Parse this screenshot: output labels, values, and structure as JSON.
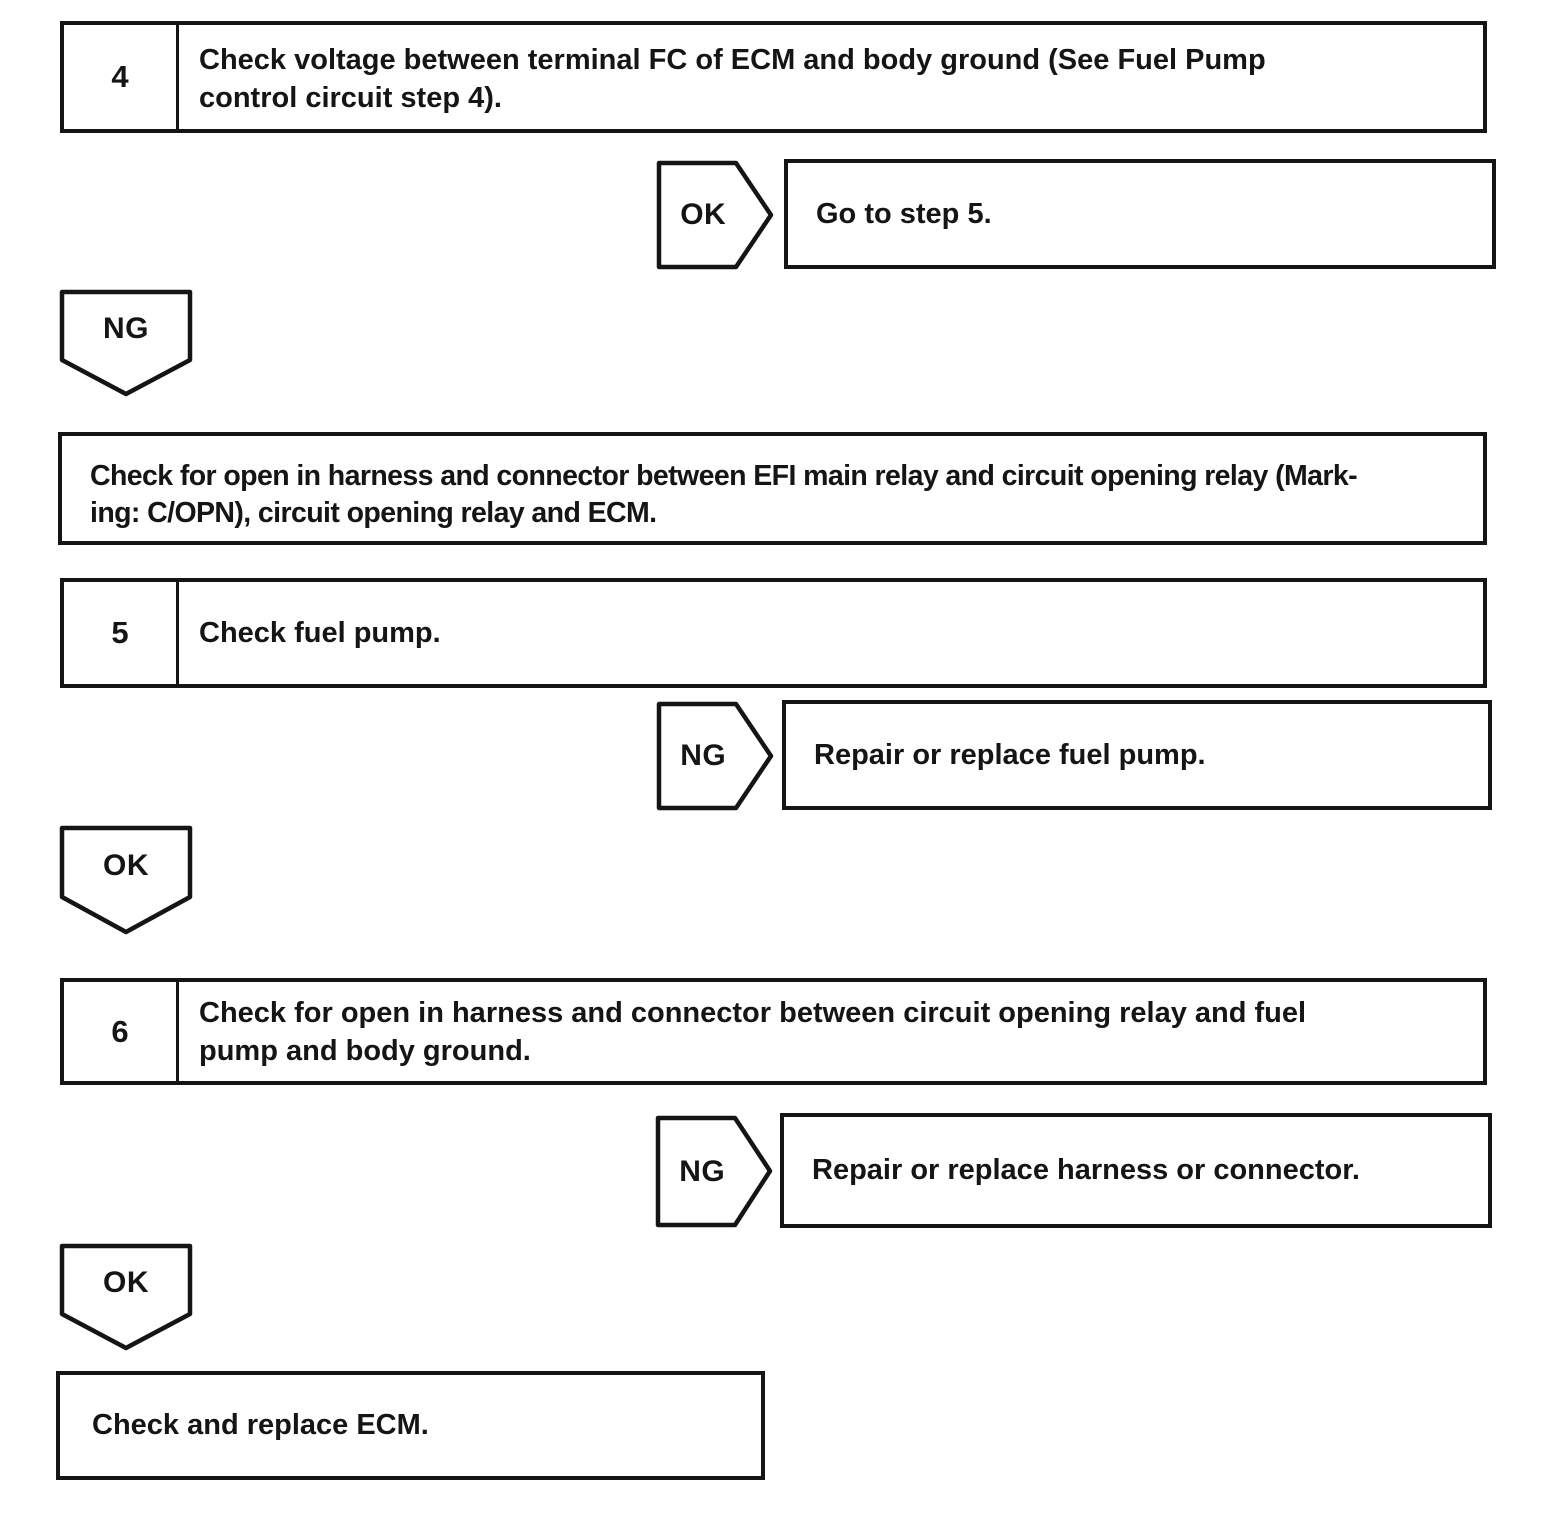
{
  "colors": {
    "ink": "#151515",
    "paper": "#ffffff"
  },
  "flowchart": {
    "step4": {
      "number": "4",
      "lines": [
        "Check voltage between terminal FC of ECM and body ground (See Fuel Pump",
        "control circuit step 4)."
      ]
    },
    "branch4": {
      "label": "OK",
      "action": "Go to step 5."
    },
    "connector4": {
      "label": "NG"
    },
    "result4": {
      "lines": [
        "Check for open in harness and connector between EFI main relay and circuit opening relay (Mark-",
        "ing: C/OPN), circuit opening relay and ECM."
      ]
    },
    "step5": {
      "number": "5",
      "lines": [
        "Check fuel pump."
      ]
    },
    "branch5": {
      "label": "NG",
      "action": "Repair or replace fuel pump."
    },
    "connector5": {
      "label": "OK"
    },
    "step6": {
      "number": "6",
      "lines": [
        "Check for open in harness and connector between circuit opening relay and fuel",
        "pump and body ground."
      ]
    },
    "branch6": {
      "label": "NG",
      "action": "Repair or replace harness or connector."
    },
    "connector6": {
      "label": "OK"
    },
    "final": {
      "lines": [
        "Check and replace ECM."
      ]
    }
  }
}
